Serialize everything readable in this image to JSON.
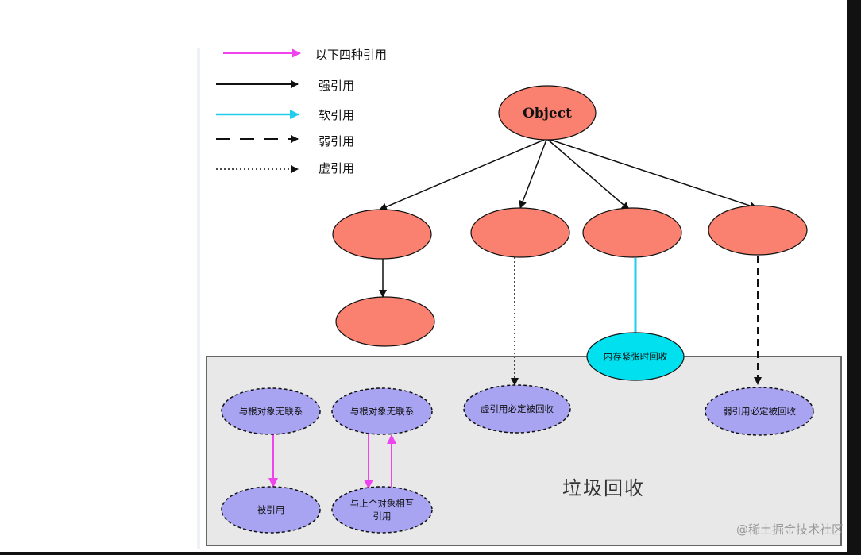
{
  "legend": {
    "items": [
      {
        "label": "以下四种引用",
        "color": "#ee44ee",
        "style": "solid"
      },
      {
        "label": "强引用",
        "color": "#111111",
        "style": "solid"
      },
      {
        "label": "软引用",
        "color": "#22ccee",
        "style": "solid"
      },
      {
        "label": "弱引用",
        "color": "#111111",
        "style": "dashed"
      },
      {
        "label": "虚引用",
        "color": "#111111",
        "style": "dotted"
      }
    ]
  },
  "nodes": {
    "root": "Object",
    "soft_ref_node": "内存紧张时回收",
    "phantom_node": "虚引用必定被回收",
    "weak_node": "弱引用必定被回收",
    "unlinked_a": "与根对象无联系",
    "unlinked_b": "与根对象无联系",
    "referenced": "被引用",
    "mutual_line1": "与上个对象相互",
    "mutual_line2": "引用"
  },
  "gc_region": {
    "title": "垃圾回收"
  },
  "watermark": "@稀土掘金技术社区",
  "colors": {
    "object_fill": "#fa8070",
    "soft_fill": "#00e0ee",
    "gc_fill": "#a8a4f2",
    "region_fill": "#e8e8e8",
    "magenta": "#ee44ee",
    "cyan": "#22ccee"
  }
}
